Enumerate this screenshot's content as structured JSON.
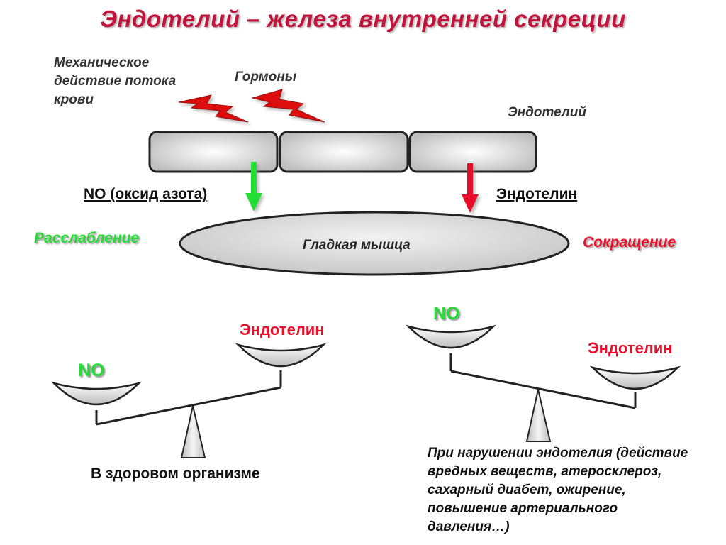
{
  "title": "Эндотелий – железа внутренней секреции",
  "top_labels": {
    "mechanical": "Механическое действие потока крови",
    "hormones": "Гормоны",
    "endothelium": "Эндотелий"
  },
  "middle": {
    "no_label": "NO (оксид азота)",
    "endothelin_label": "Эндотелин",
    "relaxation": "Расслабление",
    "contraction": "Сокращение",
    "smooth_muscle": "Гладкая мышца"
  },
  "left_scale": {
    "no": "NO",
    "endothelin": "Эндотелин",
    "caption": "В здоровом организме"
  },
  "right_scale": {
    "no": "NO",
    "endothelin": "Эндотелин",
    "caption": "При нарушении эндотелия (действие вредных веществ, атеросклероз, сахарный диабет, ожирение, повышение артериального давления…)"
  },
  "colors": {
    "title": "#c0143c",
    "green": "#22dd33",
    "red": "#e8102a",
    "bolt": "#dd1111"
  }
}
